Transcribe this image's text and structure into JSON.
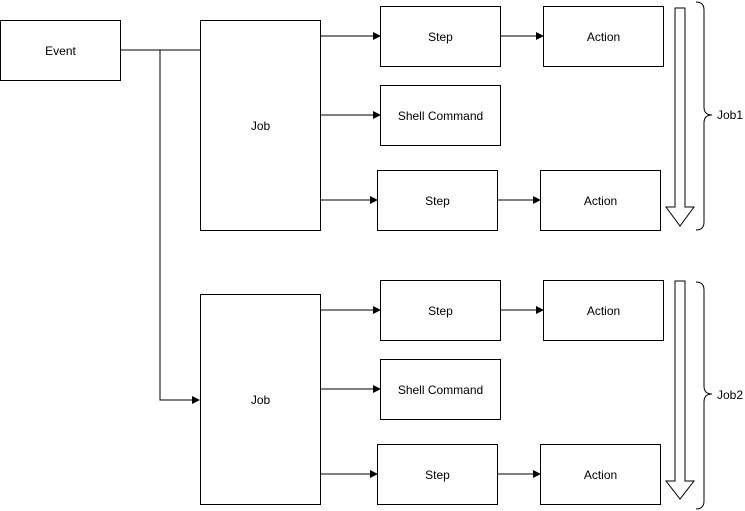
{
  "event": {
    "label": "Event"
  },
  "jobs": [
    {
      "job_label": "Job",
      "group_label": "Job1",
      "rows": [
        {
          "step": "Step",
          "action": "Action"
        },
        {
          "command": "Shell Command"
        },
        {
          "step": "Step",
          "action": "Action"
        }
      ]
    },
    {
      "job_label": "Job",
      "group_label": "Job2",
      "rows": [
        {
          "step": "Step",
          "action": "Action"
        },
        {
          "command": "Shell Command"
        },
        {
          "step": "Step",
          "action": "Action"
        }
      ]
    }
  ],
  "colors": {
    "stroke": "#000000",
    "fill": "#ffffff",
    "text": "#000000"
  }
}
